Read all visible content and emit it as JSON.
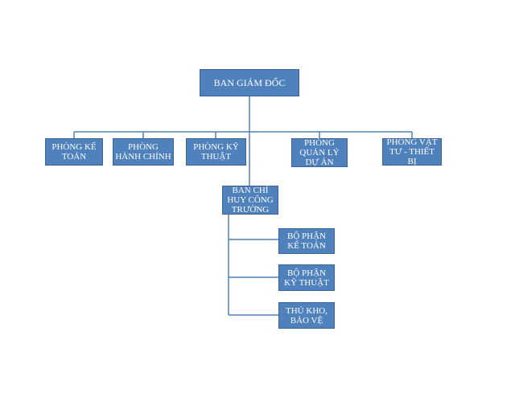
{
  "chart": {
    "top": "BAN GIÁM ĐỐC",
    "departments": [
      "PHÒNG KẾ TOÁN",
      "PHÒNG HÀNH CHÍNH",
      "PHÒNG KỸ THUẬT",
      "PHÒNG QUẢN LÝ DỰ ÁN",
      "PHÒNG VẬT TƯ - THIẾT BỊ"
    ],
    "site_command": "BAN CHỈ HUY CÔNG TRƯỜNG",
    "site_units": [
      "BỘ PHẬN KẾ TOÁN",
      "BỘ PHẬN KỸ THUẬT",
      "THỦ KHO, BẢO VỆ"
    ]
  },
  "colors": {
    "box_fill": "#4f81bd",
    "box_border": "#3a6596",
    "connector": "#4f81bd",
    "text": "#ffffff"
  }
}
